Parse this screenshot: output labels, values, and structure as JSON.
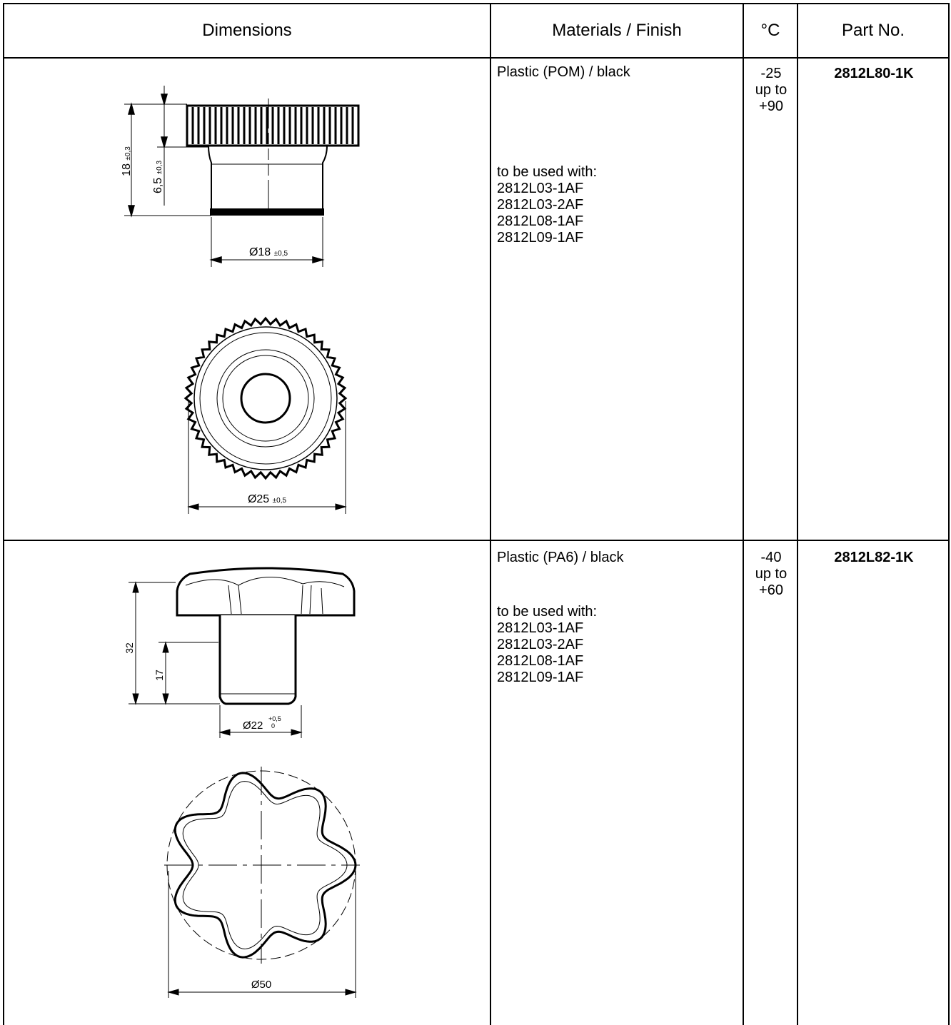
{
  "header": {
    "dimensions": "Dimensions",
    "materials": "Materials / Finish",
    "temp": "°C",
    "part": "Part No."
  },
  "rows": [
    {
      "material": "Plastic (POM) / black",
      "use_label": "to be used with:",
      "use_with": [
        "2812L03-1AF",
        "2812L03-2AF",
        "2812L08-1AF",
        "2812L09-1AF"
      ],
      "temp_min": "-25",
      "temp_sep": "up to",
      "temp_max": "+90",
      "part_no": "2812L80-1K",
      "dims": {
        "height": "18",
        "height_tol": "±0,3",
        "neck": "6,5",
        "neck_tol": "±0,3",
        "diameter_shaft": "Ø18",
        "diameter_shaft_tol": "±0,5",
        "diameter_head": "Ø25",
        "diameter_head_tol": "±0,5"
      }
    },
    {
      "material": "Plastic (PA6) / black",
      "use_label": "to be used with:",
      "use_with": [
        "2812L03-1AF",
        "2812L03-2AF",
        "2812L08-1AF",
        "2812L09-1AF"
      ],
      "temp_min": "-40",
      "temp_sep": "up to",
      "temp_max": "+60",
      "part_no": "2812L82-1K",
      "dims": {
        "height": "32",
        "neck": "17",
        "diameter_shaft": "Ø22",
        "diameter_shaft_tol_up": "+0,5",
        "diameter_shaft_tol_low": "0",
        "diameter_head": "Ø50"
      }
    }
  ]
}
